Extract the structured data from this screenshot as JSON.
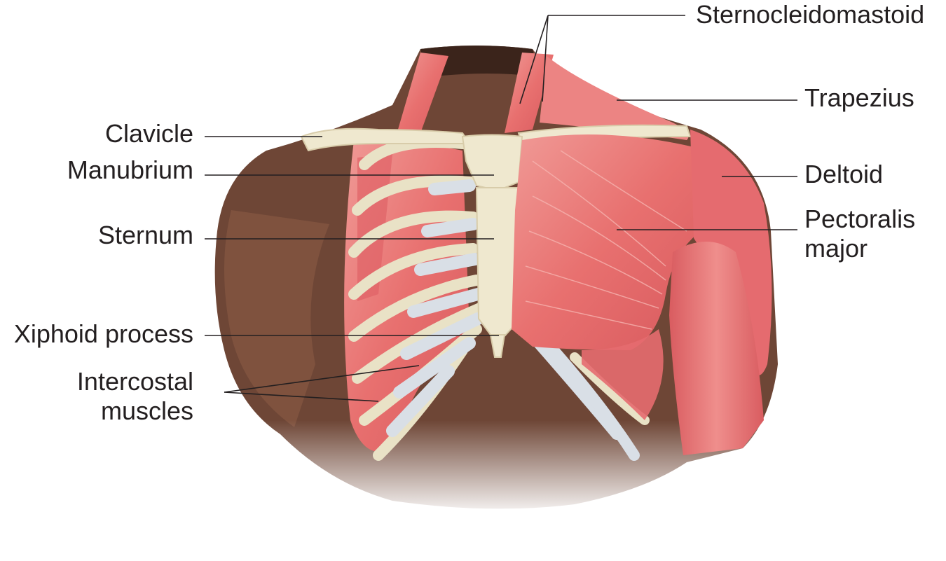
{
  "labels": {
    "sternocleidomastoid": "Sternocleidomastoid",
    "trapezius": "Trapezius",
    "deltoid": "Deltoid",
    "pectoralis_major_1": "Pectoralis",
    "pectoralis_major_2": "major",
    "clavicle": "Clavicle",
    "manubrium": "Manubrium",
    "sternum": "Sternum",
    "xiphoid_process": "Xiphoid process",
    "intercostal_muscles_1": "Intercostal",
    "intercostal_muscles_2": "muscles"
  },
  "colors": {
    "skin": "#6e4636",
    "skin_light": "#a06c52",
    "muscle": "#e56b6f",
    "muscle_light": "#f2a3a0",
    "bone": "#efe8cf",
    "cartilage": "#dde3ea",
    "leader_line": "#231f20"
  }
}
